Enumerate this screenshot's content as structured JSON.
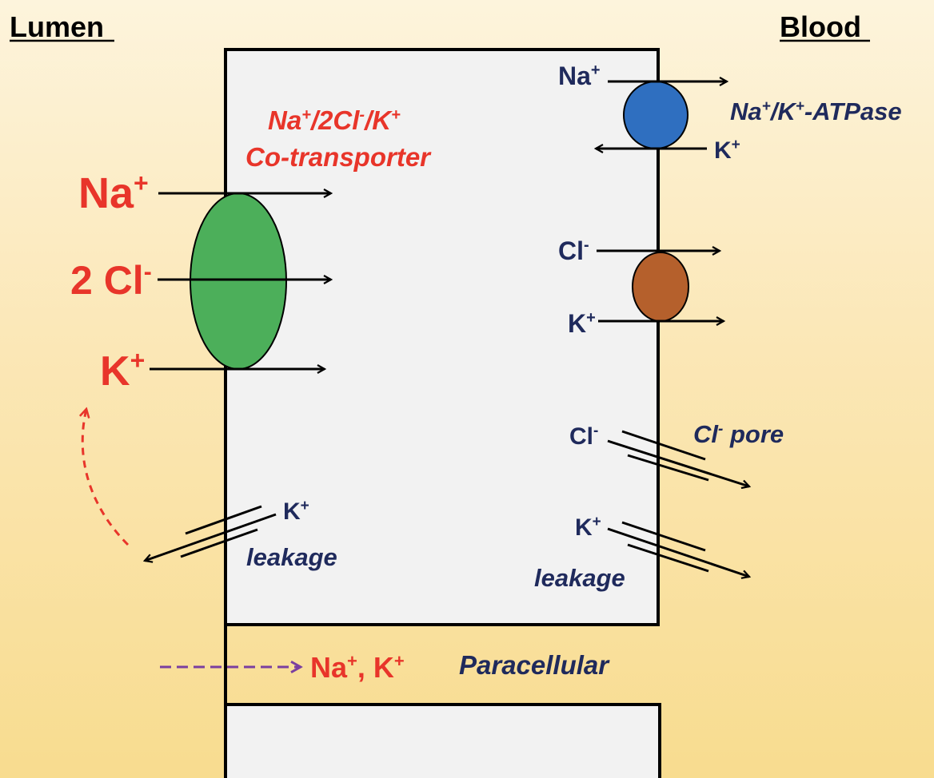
{
  "sides": {
    "lumen": "Lumen",
    "blood": "Blood"
  },
  "cotransporter": {
    "title_line1_ion1": "Na",
    "title_line1_sup1": "+",
    "title_line1_sep1": "/2Cl",
    "title_line1_sup2": "-",
    "title_line1_sep2": "/K",
    "title_line1_sup3": "+",
    "title_line2": "Co-transporter",
    "ion_na": "Na",
    "ion_na_sup": "+",
    "ion_cl": "2 Cl",
    "ion_cl_sup": "-",
    "ion_k": "K",
    "ion_k_sup": "+",
    "color": "#4caf5a"
  },
  "pump": {
    "label_a": "Na",
    "label_a_sup": "+",
    "label_b": "/K",
    "label_b_sup": "+",
    "label_c": "-ATPase",
    "ion_in": "Na",
    "ion_in_sup": "+",
    "ion_out": "K",
    "ion_out_sup": "+",
    "color": "#2f6fc0"
  },
  "kcl_cotransporter": {
    "ion_cl": "Cl",
    "ion_cl_sup": "-",
    "ion_k": "K",
    "ion_k_sup": "+",
    "color": "#b5602c"
  },
  "cl_pore": {
    "ion": "Cl",
    "ion_sup": "-",
    "label_a": "Cl",
    "label_sup": "-",
    "label_b": " pore"
  },
  "k_leak_blood": {
    "ion": "K",
    "ion_sup": "+",
    "label": "leakage"
  },
  "k_leak_lumen": {
    "ion": "K",
    "ion_sup": "+",
    "label": "leakage"
  },
  "paracellular": {
    "ions_a": "Na",
    "ions_sup1": "+",
    "ions_b": ", K",
    "ions_sup2": "+",
    "label": "Paracellular",
    "arrow_color": "#7a3fa0"
  }
}
